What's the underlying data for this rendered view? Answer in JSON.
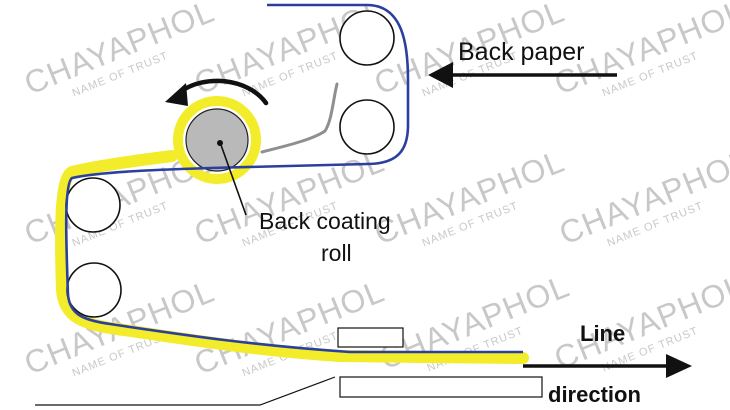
{
  "labels": {
    "back_paper": "Back paper",
    "back_coating_roll_line1": "Back coating",
    "back_coating_roll_line2": "roll",
    "line_direction_line1": "Line",
    "line_direction_line2": "direction"
  },
  "watermark": {
    "brand": "CHAYAPHOL",
    "tagline": "NAME OF TRUST"
  },
  "colors": {
    "paper": "#2b3f9e",
    "coating": "#f2ec2a",
    "coating_roll": "#b9b9b9",
    "doctor_blade": "#8f8f8f",
    "watermark": "#c8c8c8"
  }
}
